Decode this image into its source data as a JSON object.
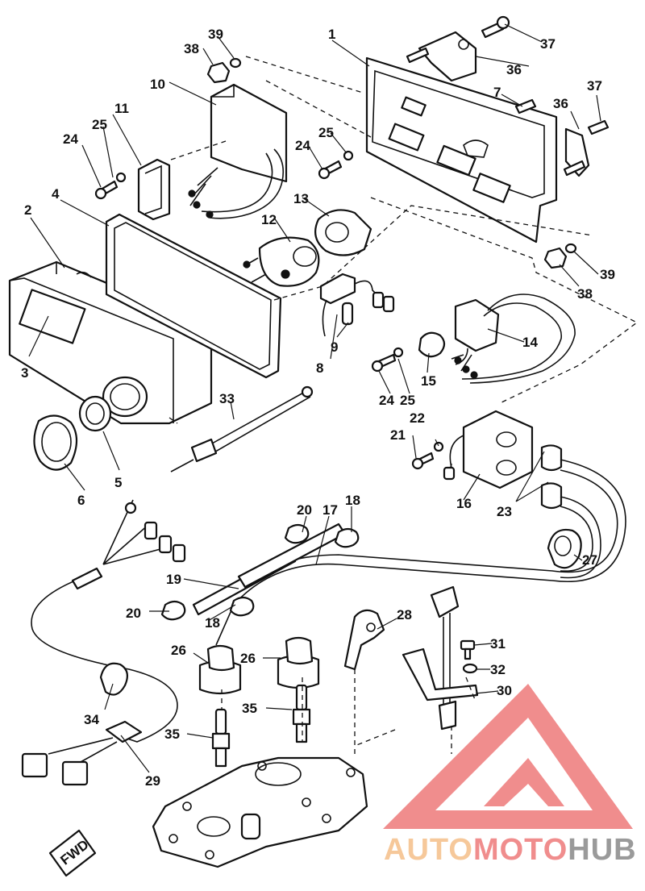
{
  "callouts": [
    {
      "id": "c1",
      "text": "1"
    },
    {
      "id": "c2",
      "text": "2"
    },
    {
      "id": "c3",
      "text": "3"
    },
    {
      "id": "c4",
      "text": "4"
    },
    {
      "id": "c5",
      "text": "5"
    },
    {
      "id": "c6",
      "text": "6"
    },
    {
      "id": "c7",
      "text": "7"
    },
    {
      "id": "c8",
      "text": "8"
    },
    {
      "id": "c9",
      "text": "9"
    },
    {
      "id": "c10",
      "text": "10"
    },
    {
      "id": "c11",
      "text": "11"
    },
    {
      "id": "c12",
      "text": "12"
    },
    {
      "id": "c13",
      "text": "13"
    },
    {
      "id": "c14",
      "text": "14"
    },
    {
      "id": "c15",
      "text": "15"
    },
    {
      "id": "c16",
      "text": "16"
    },
    {
      "id": "c17",
      "text": "17"
    },
    {
      "id": "c18a",
      "text": "18"
    },
    {
      "id": "c18b",
      "text": "18"
    },
    {
      "id": "c19",
      "text": "19"
    },
    {
      "id": "c20a",
      "text": "20"
    },
    {
      "id": "c20b",
      "text": "20"
    },
    {
      "id": "c21",
      "text": "21"
    },
    {
      "id": "c22",
      "text": "22"
    },
    {
      "id": "c23",
      "text": "23"
    },
    {
      "id": "c24a",
      "text": "24"
    },
    {
      "id": "c24b",
      "text": "24"
    },
    {
      "id": "c24c",
      "text": "24"
    },
    {
      "id": "c25a",
      "text": "25"
    },
    {
      "id": "c25b",
      "text": "25"
    },
    {
      "id": "c25c",
      "text": "25"
    },
    {
      "id": "c26a",
      "text": "26"
    },
    {
      "id": "c26b",
      "text": "26"
    },
    {
      "id": "c27",
      "text": "27"
    },
    {
      "id": "c28",
      "text": "28"
    },
    {
      "id": "c29",
      "text": "29"
    },
    {
      "id": "c30",
      "text": "30"
    },
    {
      "id": "c31",
      "text": "31"
    },
    {
      "id": "c32",
      "text": "32"
    },
    {
      "id": "c33",
      "text": "33"
    },
    {
      "id": "c34",
      "text": "34"
    },
    {
      "id": "c35a",
      "text": "35"
    },
    {
      "id": "c35b",
      "text": "35"
    },
    {
      "id": "c36a",
      "text": "36"
    },
    {
      "id": "c36b",
      "text": "36"
    },
    {
      "id": "c37a",
      "text": "37"
    },
    {
      "id": "c37b",
      "text": "37"
    },
    {
      "id": "c38a",
      "text": "38"
    },
    {
      "id": "c38b",
      "text": "38"
    },
    {
      "id": "c39a",
      "text": "39"
    },
    {
      "id": "c39b",
      "text": "39"
    }
  ],
  "direction_badge": "FWD",
  "watermark": {
    "part1": "AUTO",
    "part2": "MOTO",
    "part3": "HUB",
    "color_light": "#f6c89a",
    "color_red": "#f08d8d",
    "color_gray": "#9a9a9a"
  }
}
